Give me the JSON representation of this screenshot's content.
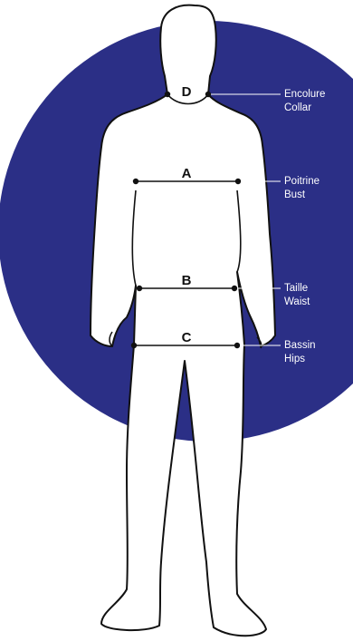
{
  "colors": {
    "circle": "#2b2f86",
    "body_fill": "#ffffff",
    "body_outline": "#111111",
    "label_text": "#ffffff"
  },
  "measurements": [
    {
      "letter": "D",
      "label_fr": "Encolure",
      "label_en": "Collar"
    },
    {
      "letter": "A",
      "label_fr": "Poitrine",
      "label_en": "Bust"
    },
    {
      "letter": "B",
      "label_fr": "Taille",
      "label_en": "Waist"
    },
    {
      "letter": "C",
      "label_fr": "Bassin",
      "label_en": "Hips"
    }
  ]
}
